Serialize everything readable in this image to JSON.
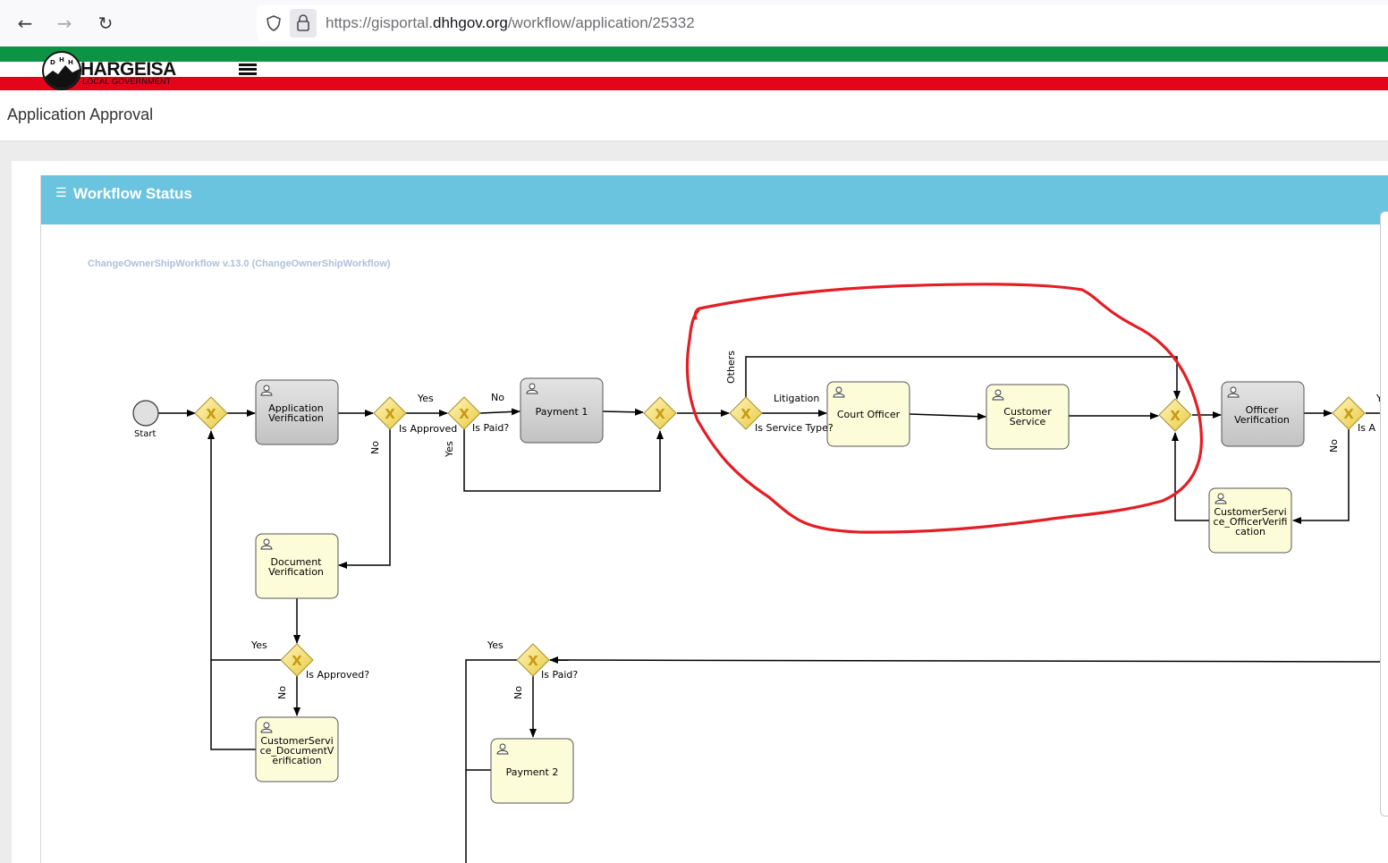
{
  "browser": {
    "url_prefix": "https://gisportal.",
    "url_domain": "dhhgov.org",
    "url_path": "/workflow/application/25332",
    "back_icon": "arrow-left-icon",
    "forward_icon": "arrow-right-icon",
    "reload_icon": "reload-icon",
    "shield_icon": "shield-icon",
    "lock_icon": "lock-icon"
  },
  "header": {
    "logo_letters": [
      "D",
      "H",
      "H"
    ],
    "logo_name": "HARGEISA",
    "logo_sub": "LOCAL GOVERNMENT",
    "menu_icon": "hamburger-icon",
    "colors": {
      "green": "#0c9445",
      "white": "#ffffff",
      "red": "#e4051d"
    }
  },
  "page": {
    "title": "Application Approval"
  },
  "panel": {
    "title": "Workflow Status",
    "icon": "list-icon",
    "header_color": "#6bc4df"
  },
  "workflow": {
    "title": "ChangeOwnerShipWorkflow v.13.0 (ChangeOwnerShipWorkflow)",
    "start_label": "Start",
    "tasks": {
      "application_verification": [
        "Application",
        "Verification"
      ],
      "payment_1": "Payment 1",
      "court_officer": "Court Officer",
      "customer_service": [
        "Customer",
        "Service"
      ],
      "officer_verification": [
        "Officer",
        "Verification"
      ],
      "document_verification": [
        "Document",
        "Verification"
      ],
      "cs_document_verification": [
        "CustomerServi",
        "ce_DocumentV",
        "erification"
      ],
      "cs_officer_verification": [
        "CustomerServi",
        "ce_OfficerVerifi",
        "cation"
      ],
      "payment_2": "Payment 2"
    },
    "gateway_labels": {
      "is_approved_1": "Is Approved",
      "is_paid_1": "Is Paid?",
      "is_service_type": "Is Service Type?",
      "is_approved_right": "Is A",
      "is_approved_2": "Is Approved?",
      "is_paid_2": "Is Paid?"
    },
    "flow_labels": {
      "yes_1": "Yes",
      "no_1": "No",
      "no_2": "No",
      "yes_2": "Yes",
      "others": "Others",
      "litigation": "Litigation",
      "no_3": "No",
      "yes_cut": "Y",
      "yes_3": "Yes",
      "no_4": "No",
      "yes_4": "Yes",
      "no_5": "No"
    },
    "gateway_marker": "X",
    "colors": {
      "active_task": "#d6d6d6",
      "pending_task": "#fdfcd9",
      "gateway": "#f1dc66",
      "annotation": "#e31e24"
    }
  }
}
